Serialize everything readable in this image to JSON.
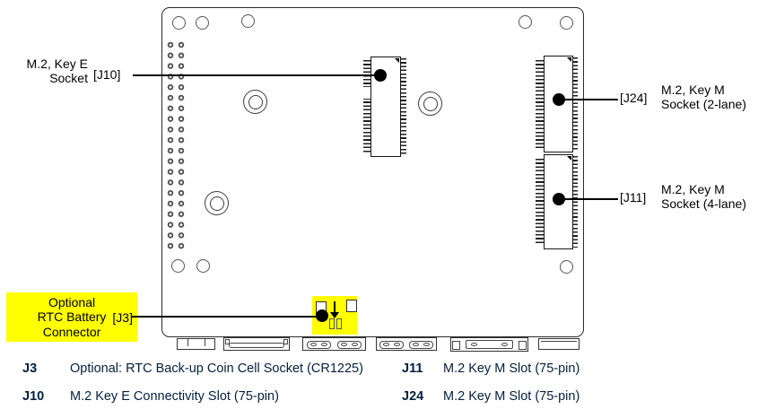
{
  "callouts": {
    "j10": {
      "tag": "[J10]",
      "text_line1": "M.2, Key E",
      "text_line2": "Socket"
    },
    "j24": {
      "tag": "[J24]",
      "text_line1": "M.2, Key M",
      "text_line2": "Socket (2-lane)"
    },
    "j11": {
      "tag": "[J11]",
      "text_line1": "M.2, Key M",
      "text_line2": "Socket (4-lane)"
    },
    "j3": {
      "tag": "[J3]",
      "text_line1": "Optional",
      "text_line2": "RTC Battery",
      "text_line3": "Connector"
    }
  },
  "colors": {
    "highlight_yellow": "#ffff00",
    "legend_text": "#03203d",
    "diagram_line": "#000000"
  },
  "legend": {
    "entries": [
      {
        "ref": "J3",
        "description": "Optional: RTC Back-up Coin Cell Socket (CR1225)"
      },
      {
        "ref": "J10",
        "description": "M.2 Key E Connectivity Slot (75-pin)"
      },
      {
        "ref": "J11",
        "description": "M.2 Key M Slot (75-pin)"
      },
      {
        "ref": "J24",
        "description": "M.2 Key M Slot (75-pin)"
      }
    ]
  }
}
